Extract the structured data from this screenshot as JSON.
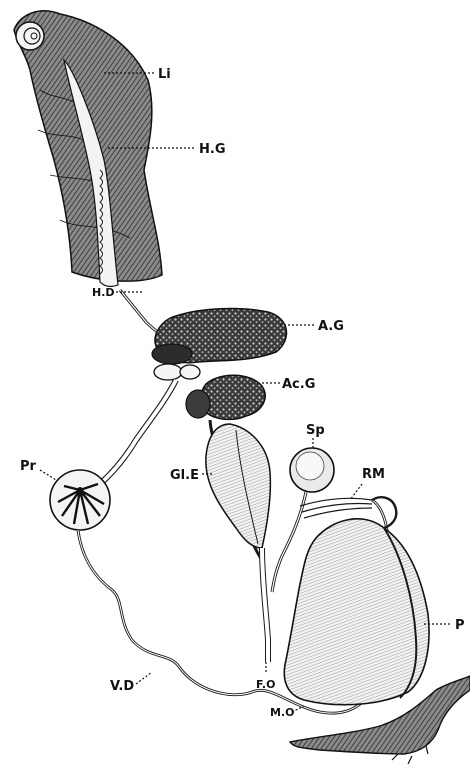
{
  "labels": {
    "li": "Li",
    "hg": "H.G",
    "hd": "H.D",
    "ag": "A.G",
    "acg": "Ac.G",
    "sp": "Sp",
    "pr": "Pr",
    "gle": "Gl.E",
    "rm": "RM",
    "p": "P",
    "fo": "F.O",
    "mo": "M.O",
    "vd": "V.D"
  }
}
